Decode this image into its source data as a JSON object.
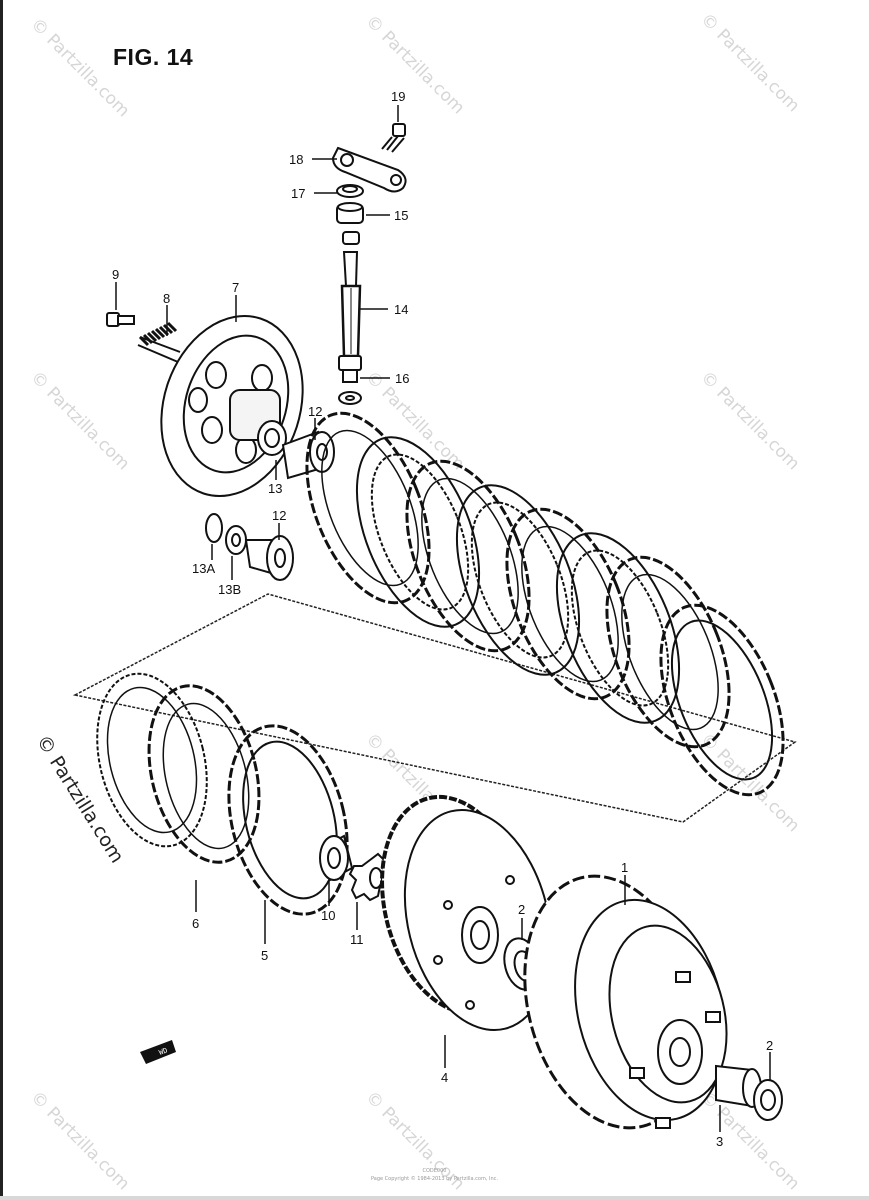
{
  "figure": {
    "title": "FIG. 14"
  },
  "callouts": [
    {
      "id": "1",
      "text": "1"
    },
    {
      "id": "2a",
      "text": "2"
    },
    {
      "id": "2b",
      "text": "2"
    },
    {
      "id": "3",
      "text": "3"
    },
    {
      "id": "4",
      "text": "4"
    },
    {
      "id": "5",
      "text": "5"
    },
    {
      "id": "6",
      "text": "6"
    },
    {
      "id": "7",
      "text": "7"
    },
    {
      "id": "8",
      "text": "8"
    },
    {
      "id": "9",
      "text": "9"
    },
    {
      "id": "10",
      "text": "10"
    },
    {
      "id": "11",
      "text": "11"
    },
    {
      "id": "12a",
      "text": "12"
    },
    {
      "id": "12b",
      "text": "12"
    },
    {
      "id": "13",
      "text": "13"
    },
    {
      "id": "13A",
      "text": "13A"
    },
    {
      "id": "13B",
      "text": "13B"
    },
    {
      "id": "14",
      "text": "14"
    },
    {
      "id": "15",
      "text": "15"
    },
    {
      "id": "16",
      "text": "16"
    },
    {
      "id": "17",
      "text": "17"
    },
    {
      "id": "18",
      "text": "18"
    },
    {
      "id": "19",
      "text": "19"
    }
  ],
  "watermark": {
    "text": "© Partzilla.com",
    "color": "#d6d6d6"
  },
  "footer": {
    "line1": "CODE000",
    "line2": "Page Copyright © 1984-2013 by Partzilla.com, Inc."
  },
  "icons": {
    "direction_marker": "front-arrow-icon"
  }
}
